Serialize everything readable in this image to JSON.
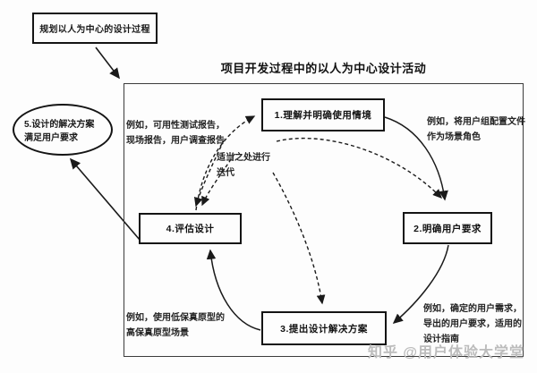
{
  "plan_box": {
    "label": "规划以人为中心的设计过程"
  },
  "diagram": {
    "title": "项目开发过程中的以人为中心设计活动",
    "nodes": {
      "step1": "1.理解并明确使用情境",
      "step2": "2.明确用户要求",
      "step3": "3.提出设计解决方案",
      "step4": "4.评估设计",
      "outcome": "5.设计的解决方案满足用户要求"
    },
    "annotations": {
      "iterate": "适当之处进行迭代",
      "step4_examples": "例如，可用性测试报告，现场报告，用户调查报告",
      "step1_examples": "例如，将用户组配置文件作为场景角色",
      "step3_examples": "例如，使用低保真原型的高保真原型场景",
      "step2_examples": "例如，确定的用户需求，导出的用户要求，适用的设计指南"
    },
    "colors": {
      "ink": "#1a1a1a",
      "frame_border": "#3c3c3c",
      "watermark": "#bcbcbc"
    }
  },
  "watermark": {
    "label": "知乎 @用户体验大学堂"
  }
}
